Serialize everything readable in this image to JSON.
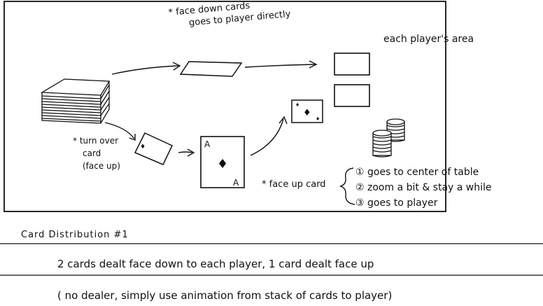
{
  "labels": {
    "face_down": [
      "* face down cards",
      "goes to player directly"
    ],
    "player_area": "each player's area",
    "turn_over": [
      "* turn over",
      "card",
      "(face up)"
    ],
    "face_up_card": "* face up card",
    "steps": [
      "① goes to center of table",
      "② zoom a bit & stay a while",
      "③ goes to player"
    ]
  },
  "cards": {
    "ace_rank": "A",
    "pip": "♦"
  },
  "section": {
    "title": "Card  Distribution  #1",
    "line1": "2 cards dealt face down to each player, 1 card dealt face up",
    "line2": "( no dealer,  simply use animation from stack of cards to player)"
  }
}
